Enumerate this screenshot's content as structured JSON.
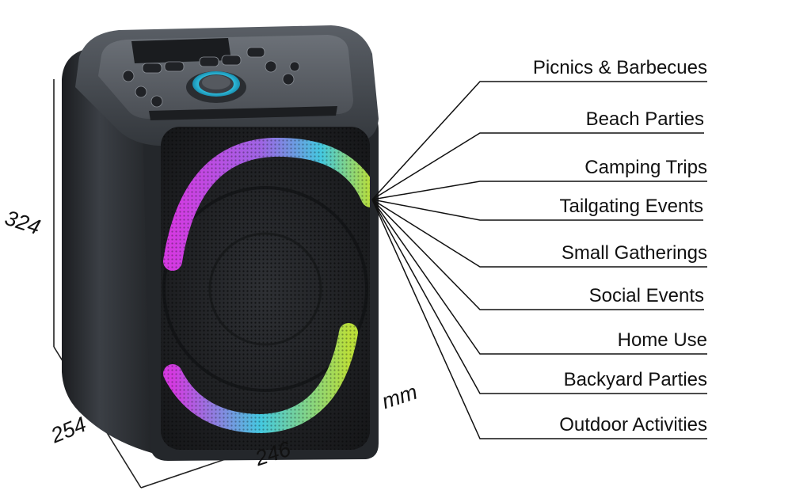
{
  "product": {
    "name": "portable-party-speaker",
    "body_color": "#2a2d31",
    "light_colors": [
      "#e43cf2",
      "#47d7f0",
      "#c7ef3c"
    ]
  },
  "dimensions": {
    "height": "324",
    "depth": "254",
    "width": "246",
    "unit": "mm"
  },
  "use_cases": [
    "Picnics & Barbecues",
    "Beach Parties",
    "Camping Trips",
    "Tailgating Events",
    "Small Gatherings",
    "Social Events",
    "Home Use",
    "Backyard Parties",
    "Outdoor Activities"
  ]
}
